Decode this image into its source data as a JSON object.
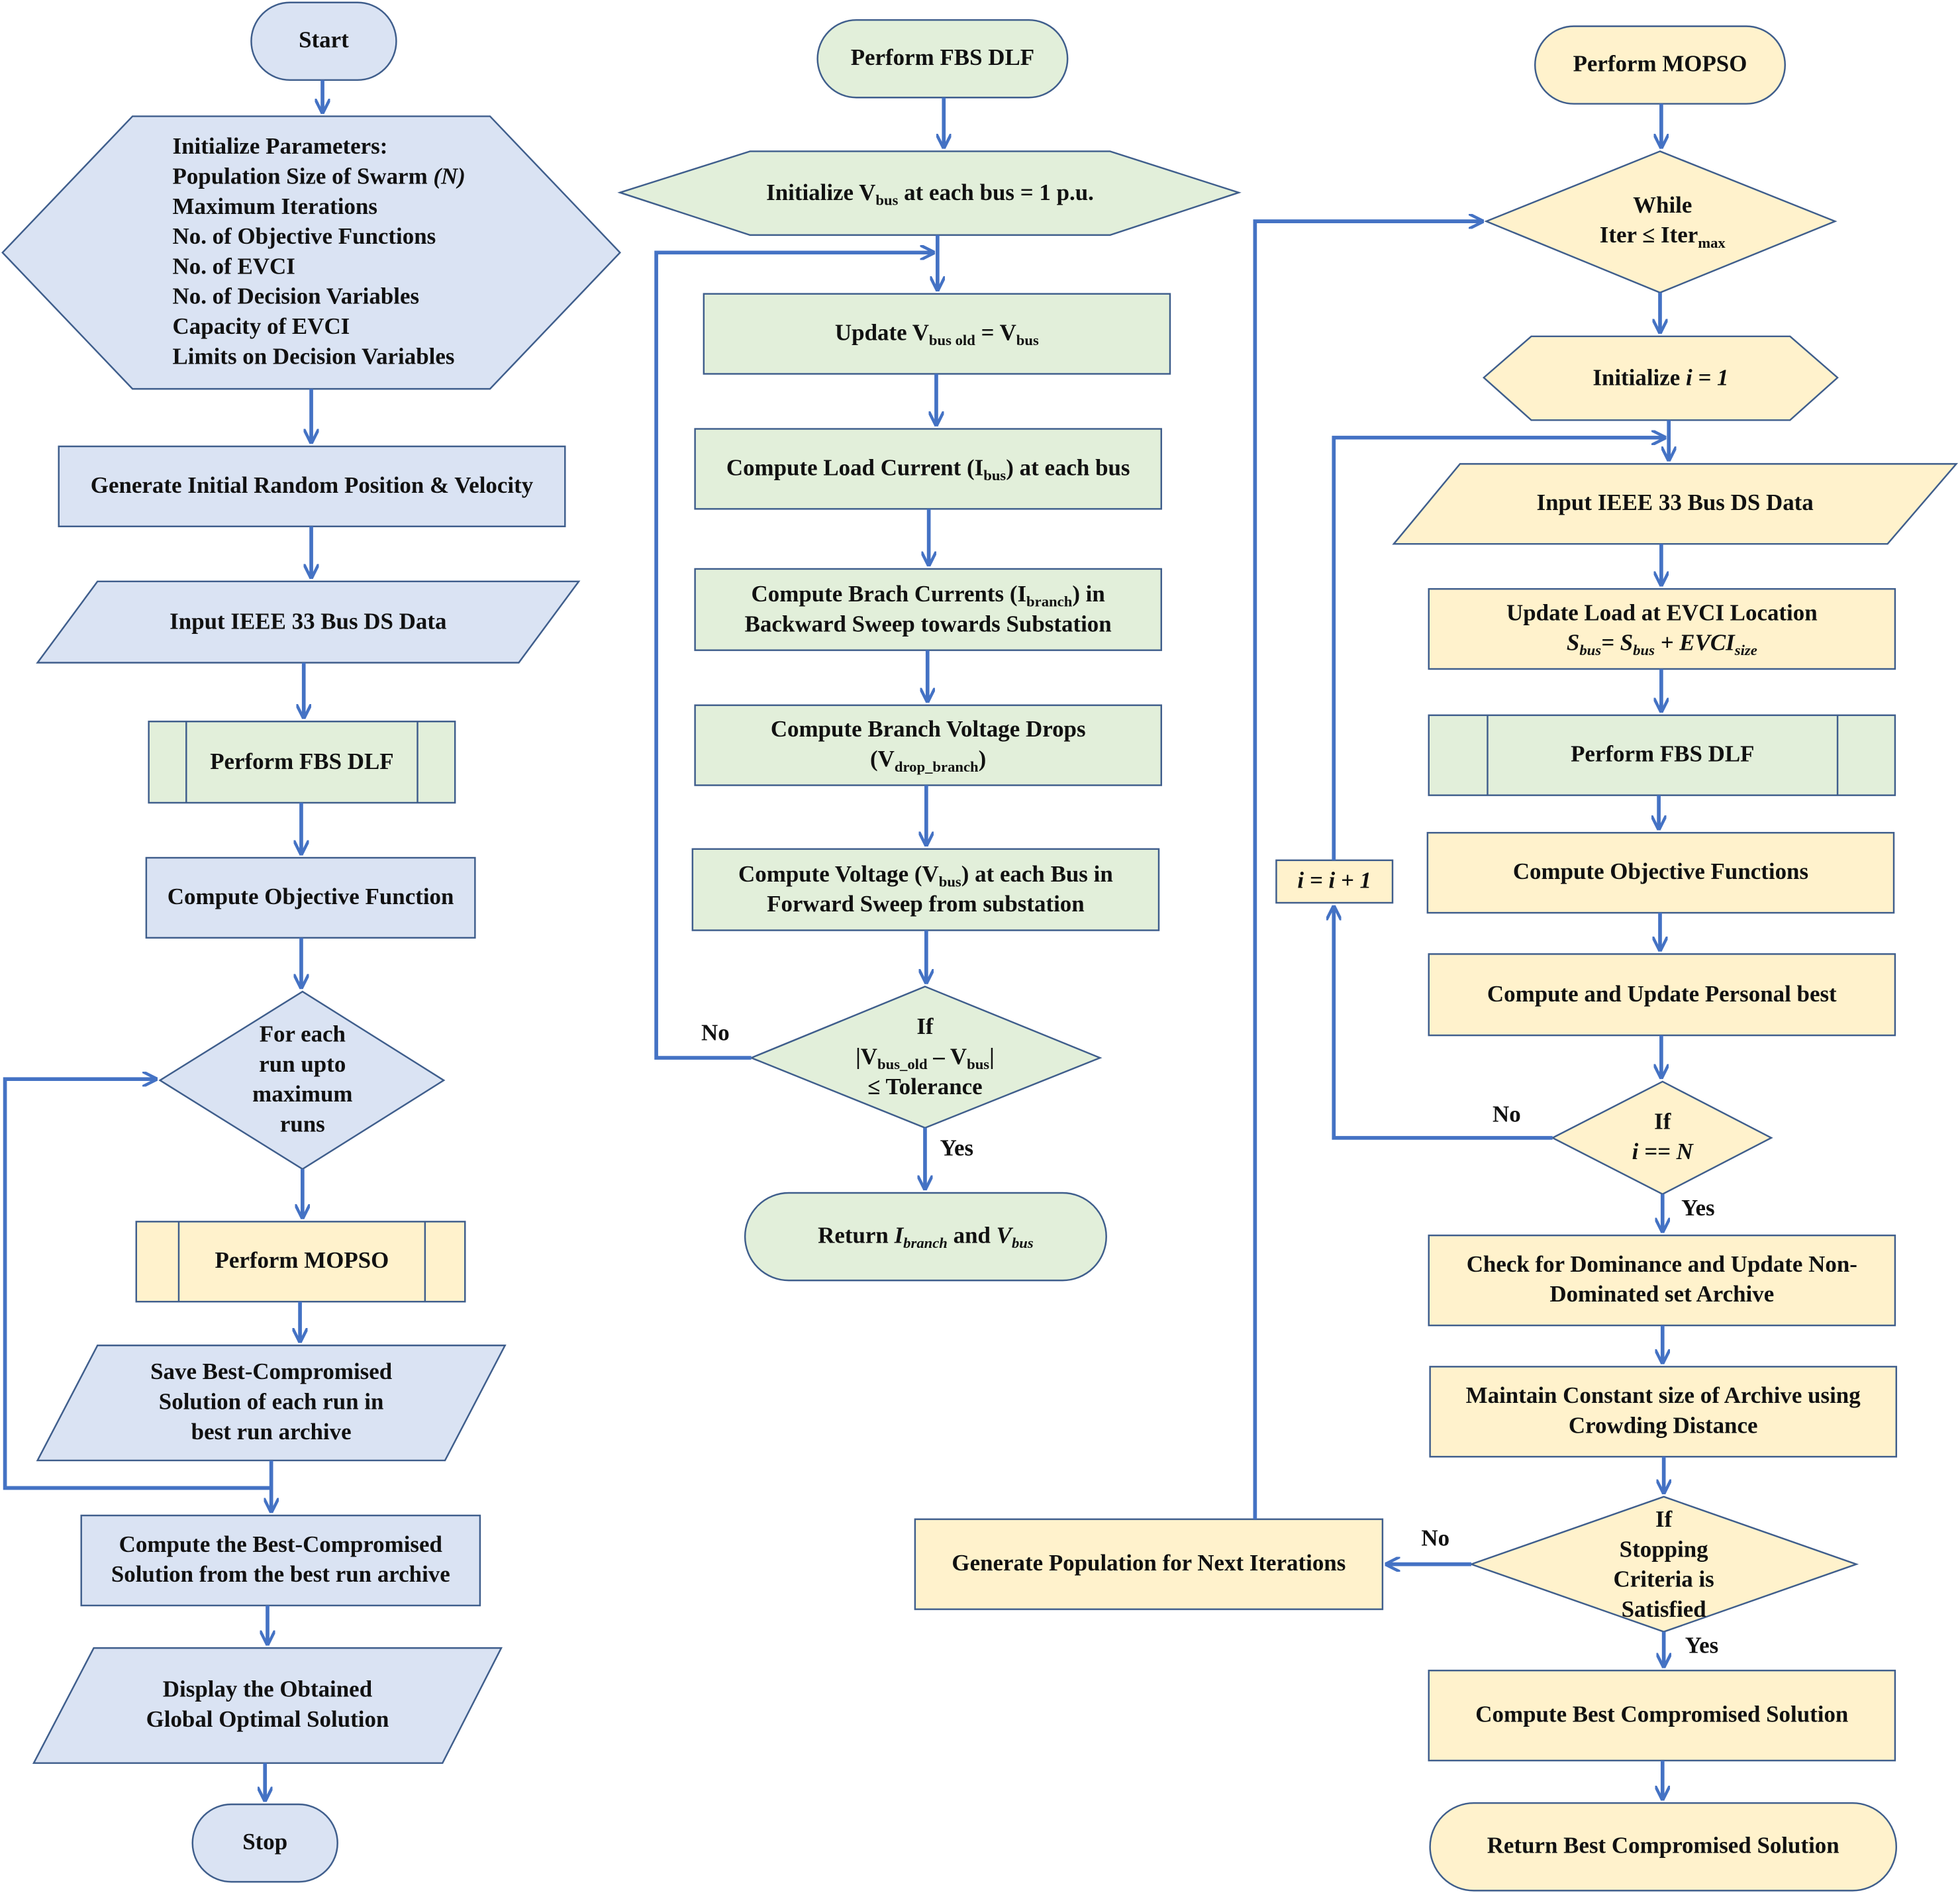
{
  "colors": {
    "blue_fill": "#dae3f3",
    "green_fill": "#e2efda",
    "yellow_fill": "#fff2cc",
    "border": "#3f5e8c",
    "arrow": "#4472c4"
  },
  "left": {
    "start": "Start",
    "init_title": "Initialize Parameters:",
    "init_pop": "Population Size of Swarm",
    "init_pop_sym": "(N)",
    "init_items": [
      "Maximum Iterations",
      "No. of Objective Functions",
      "No. of EVCI",
      "No. of Decision Variables",
      "Capacity of EVCI",
      "Limits on Decision Variables"
    ],
    "generate": "Generate Initial Random Position & Velocity",
    "input": "Input IEEE 33 Bus DS Data",
    "fbs": "Perform FBS DLF",
    "objective": "Compute Objective Function",
    "loop": [
      "For each",
      "run upto",
      "maximum",
      "runs"
    ],
    "mopso": "Perform MOPSO",
    "save": [
      "Save Best-Compromised",
      "Solution of each run in",
      "best run archive"
    ],
    "compute_best": [
      "Compute the Best-Compromised",
      "Solution from the best run archive"
    ],
    "display": [
      "Display the Obtained",
      "Global Optimal Solution"
    ],
    "stop": "Stop"
  },
  "middle": {
    "start": "Perform FBS DLF",
    "init_a": "Initialize V",
    "init_sub": "bus",
    "init_b": " at each bus = 1 p.u.",
    "update_a": "Update V",
    "update_sub1": "bus old",
    "update_b": " = V",
    "update_sub2": "bus",
    "load_a": "Compute Load Current (I",
    "load_sub": "bus",
    "load_b": ") at each bus",
    "branch_a": "Compute Brach Currents (I",
    "branch_sub": "branch",
    "branch_b": ") in",
    "branch_line2": "Backward Sweep towards Substation",
    "drop_line1": "Compute Branch Voltage Drops",
    "drop_a": "(V",
    "drop_sub": "drop_branch",
    "drop_b": ")",
    "voltage_a": "Compute Voltage (V",
    "voltage_sub": "bus",
    "voltage_b": ")  at each Bus in",
    "voltage_line2": "Forward Sweep from substation",
    "if_title": "If",
    "if_a": "|V",
    "if_sub1": "bus_old",
    "if_b": " – V",
    "if_sub2": "bus",
    "if_c": "|",
    "if_line3": "≤ Tolerance",
    "no": "No",
    "yes": "Yes",
    "return_a": "Return ",
    "return_i": "I",
    "return_isub": "branch",
    "return_and": " and ",
    "return_v": "V",
    "return_vsub": "bus"
  },
  "right": {
    "start": "Perform MOPSO",
    "while_title": "While",
    "while_a": "Iter ≤ Iter",
    "while_sub": "max",
    "init_a": "Initialize ",
    "init_i": "i = 1",
    "input": "Input IEEE 33 Bus DS Data",
    "update_line1": "Update Load at EVCI Location",
    "update_s": "S",
    "update_sub1": "bus",
    "update_eq": "= S",
    "update_sub2": "bus",
    "update_plus": " + EVCI",
    "update_sub3": "size",
    "fbs": "Perform FBS DLF",
    "objectives": "Compute Objective Functions",
    "personal": "Compute and Update Personal best",
    "if_title": "If",
    "if_cond": "i == N",
    "increment": "i = i + 1",
    "no1": "No",
    "yes1": "Yes",
    "dominance": [
      "Check for Dominance and Update Non-",
      "Dominated set Archive"
    ],
    "maintain": [
      "Maintain Constant size of Archive using",
      "Crowding Distance"
    ],
    "stop_cond": [
      "If",
      "Stopping",
      "Criteria is",
      "Satisfied"
    ],
    "no2": "No",
    "yes2": "Yes",
    "generate": "Generate Population for Next Iterations",
    "best": "Compute Best Compromised Solution",
    "return": "Return Best Compromised Solution"
  }
}
